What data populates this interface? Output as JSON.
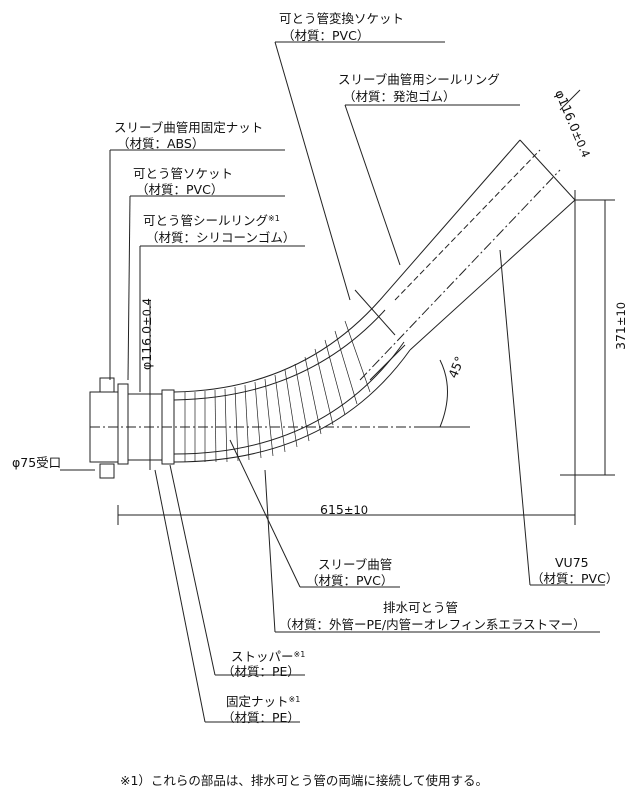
{
  "labels": {
    "flex_socket": "可とう管変換ソケット",
    "flex_socket_mat": "（材質：PVC）",
    "sleeve_seal": "スリーブ曲管用シールリング",
    "sleeve_seal_mat": "（材質：発泡ゴム）",
    "sleeve_nut": "スリーブ曲管用固定ナット",
    "sleeve_nut_mat": "（材質：ABS）",
    "flex_pipe_socket": "可とう管ソケット",
    "flex_pipe_socket_mat": "（材質：PVC）",
    "flex_seal": "可とう管シールリング",
    "flex_seal_note": "※1",
    "flex_seal_mat": "（材質：シリコーンゴム）",
    "sleeve_bend": "スリーブ曲管",
    "sleeve_bend_mat": "（材質：PVC）",
    "drain_flex": "排水可とう管",
    "drain_flex_mat": "（材質：外管ーPE/内管ーオレフィン系エラストマー）",
    "stopper": "ストッパー",
    "stopper_note": "※1",
    "stopper_mat": "（材質：PE）",
    "fix_nut": "固定ナット",
    "fix_nut_note": "※1",
    "fix_nut_mat": "（材質：PE）",
    "vu75": "VU75",
    "vu75_mat": "（材質：PVC）",
    "receiver": "φ75受口"
  },
  "dimensions": {
    "dia_top": "φ116.0",
    "dia_top_tol": "±0.4",
    "dia_left": "φ116.0",
    "dia_left_tol": "±0.4",
    "height": "371",
    "height_tol": "±10",
    "width": "615",
    "width_tol": "±10",
    "angle": "45°"
  },
  "footnote": "※1）これらの部品は、排水可とう管の両端に接続して使用する。"
}
